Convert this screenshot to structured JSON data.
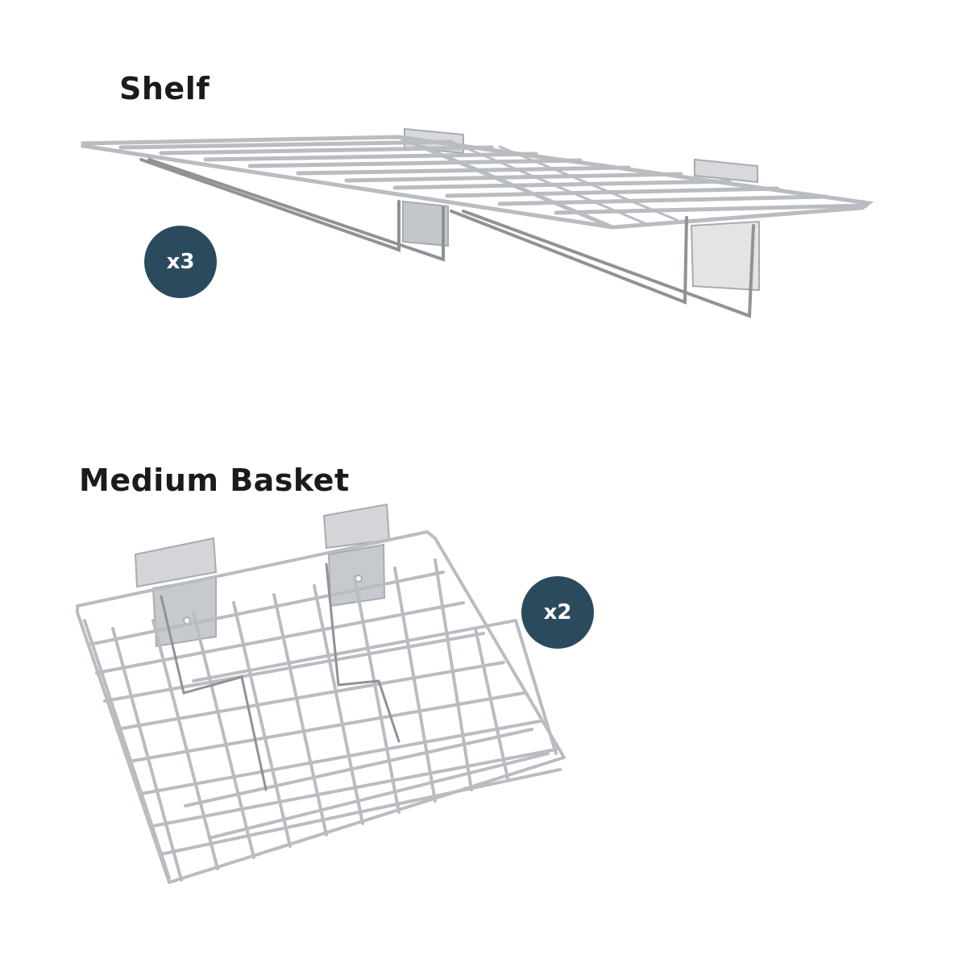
{
  "items": [
    {
      "label": "Shelf",
      "quantity": "x3"
    },
    {
      "label": "Medium Basket",
      "quantity": "x2"
    }
  ],
  "colors": {
    "badge": "#2c4a5e",
    "wire": "#b9bcc0",
    "wire_dark": "#8f9396",
    "bracket": "#c9ccd0",
    "text": "#1b1b1b"
  },
  "icons": [
    "wire-shelf-icon",
    "wire-basket-icon"
  ]
}
